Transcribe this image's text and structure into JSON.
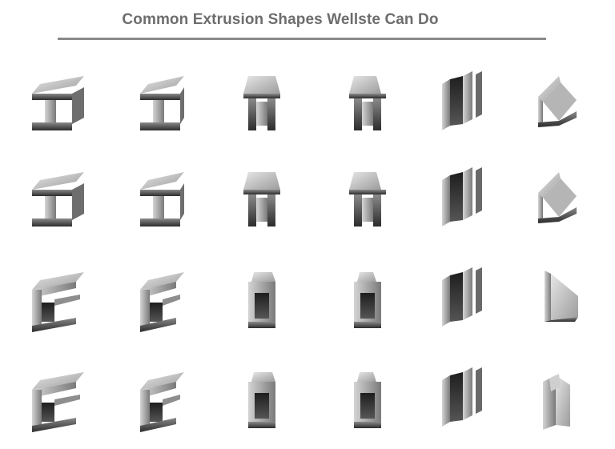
{
  "title": "Common Extrusion Shapes Wellste Can Do",
  "colors": {
    "title": "#6d6d6d",
    "rule": "#8a8a8a",
    "metal_light": "#c9c9c9",
    "metal_mid": "#9a9a9a",
    "metal_dark": "#3a3a3a"
  },
  "shapes": [
    {
      "icon": "i-beam-wide-flange"
    },
    {
      "icon": "i-beam-twisted"
    },
    {
      "icon": "tapered-tee"
    },
    {
      "icon": "tee-stepped"
    },
    {
      "icon": "h-beam-upright"
    },
    {
      "icon": "angle-bent"
    },
    {
      "icon": "i-beam-narrow"
    },
    {
      "icon": "i-beam-rounded"
    },
    {
      "icon": "tapered-tee-solid"
    },
    {
      "icon": "tee-angled"
    },
    {
      "icon": "h-beam-tall"
    },
    {
      "icon": "angle-rounded"
    },
    {
      "icon": "c-channel-lipped"
    },
    {
      "icon": "c-channel-curled"
    },
    {
      "icon": "c-channel-box"
    },
    {
      "icon": "c-channel-narrow"
    },
    {
      "icon": "c-channel-upright"
    },
    {
      "icon": "angle-tall"
    },
    {
      "icon": "c-channel-flat"
    },
    {
      "icon": "c-channel-wide"
    },
    {
      "icon": "u-channel-box"
    },
    {
      "icon": "u-channel-narrow"
    },
    {
      "icon": "c-channel-tall"
    },
    {
      "icon": "y-angle"
    }
  ]
}
